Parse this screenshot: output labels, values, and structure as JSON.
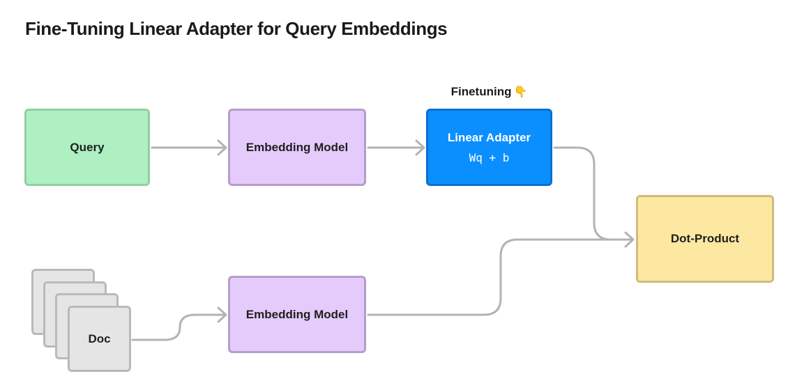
{
  "title": "Fine-Tuning Linear Adapter for Query Embeddings",
  "annotation": {
    "text": "Finetuning",
    "icon": "pointing-down-hand-icon",
    "icon_color": "#f2b84b"
  },
  "nodes": {
    "query": {
      "label": "Query",
      "fill": "#aef0c1",
      "stroke": "#92cfa2"
    },
    "embedding_model_top": {
      "label": "Embedding Model",
      "fill": "#e5cbfc",
      "stroke": "#b59dca"
    },
    "linear_adapter": {
      "label": "Linear Adapter",
      "formula": "Wq + b",
      "fill": "#0b8fff",
      "stroke": "#0a6fd2"
    },
    "doc": {
      "label": "Doc",
      "fill": "#e5e5e5",
      "stroke": "#b9b9b9"
    },
    "embedding_model_bottom": {
      "label": "Embedding Model",
      "fill": "#e5cbfc",
      "stroke": "#b59dca"
    },
    "dot_product": {
      "label": "Dot-Product",
      "fill": "#fde8a2",
      "stroke": "#cfbb7b"
    }
  },
  "edges": [
    {
      "from": "query",
      "to": "embedding_model_top"
    },
    {
      "from": "embedding_model_top",
      "to": "linear_adapter"
    },
    {
      "from": "linear_adapter",
      "to": "dot_product"
    },
    {
      "from": "doc",
      "to": "embedding_model_bottom"
    },
    {
      "from": "embedding_model_bottom",
      "to": "dot_product"
    }
  ],
  "edge_color": "#b3b3b3"
}
